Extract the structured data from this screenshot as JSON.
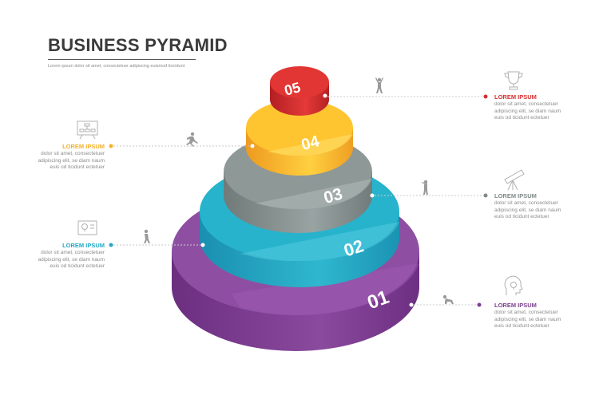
{
  "header": {
    "title": "BUSINESS PYRAMID",
    "subtitle": "Lorem ipsum dolor sit amet, consectetuer adipiscing euismod tincidunt"
  },
  "levels": [
    {
      "number": "01",
      "label": "LOREM IPSUM",
      "color": "#7b3f8f",
      "text": "dolor sit amet, consectetuer\nadipiscing elit, se diam naum\neuis od ticidunt ectetuer",
      "icon": "lightbulb-head-icon",
      "figure": "crawling-person-icon"
    },
    {
      "number": "02",
      "label": "LOREM IPSUM",
      "color": "#23a9c4",
      "text": "dolor sit amet, consectetuer\nadipiscing elit, se diam naum\neuis od ticidunt ectetuer",
      "icon": "idea-board-icon",
      "figure": "walking-person-icon"
    },
    {
      "number": "03",
      "label": "LOREM IPSUM",
      "color": "#7f8a89",
      "text": "dolor sit amet, consectetuer\nadipiscing elit, se diam naum\neuis od ticidunt ectetuer",
      "icon": "telescope-icon",
      "figure": "pointing-person-icon"
    },
    {
      "number": "04",
      "label": "LOREM IPSUM",
      "color": "#f3b12c",
      "text": "dolor sit amet, consectetuer\nadipiscing elit, se diam naum\neuis od ticidunt ectetuer",
      "icon": "org-chart-board-icon",
      "figure": "running-person-icon"
    },
    {
      "number": "05",
      "label": "LOREM IPSUM",
      "color": "#d62f2f",
      "text": "dolor sit amet, consectetuer\nadipiscing elit, se diam naum\neuis od ticidunt ectetuer",
      "icon": "trophy-icon",
      "figure": "celebrating-person-icon"
    }
  ]
}
